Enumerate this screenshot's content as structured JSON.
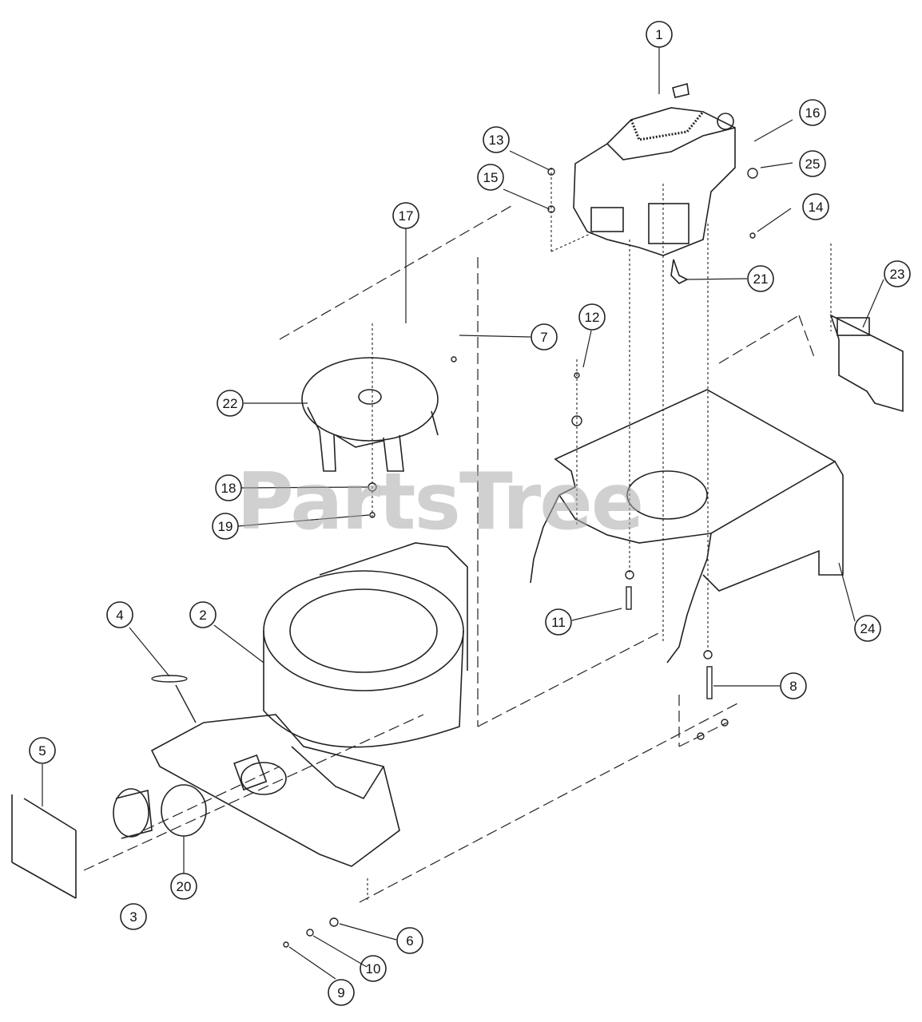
{
  "watermark": "PartsTree",
  "callouts": [
    "1",
    "2",
    "3",
    "4",
    "5",
    "6",
    "7",
    "8",
    "9",
    "10",
    "11",
    "12",
    "13",
    "14",
    "15",
    "16",
    "17",
    "18",
    "19",
    "20",
    "21",
    "22",
    "23",
    "24",
    "25"
  ],
  "colors": {
    "line": "#222222",
    "watermark": "#aaaaaa",
    "background": "#ffffff"
  }
}
